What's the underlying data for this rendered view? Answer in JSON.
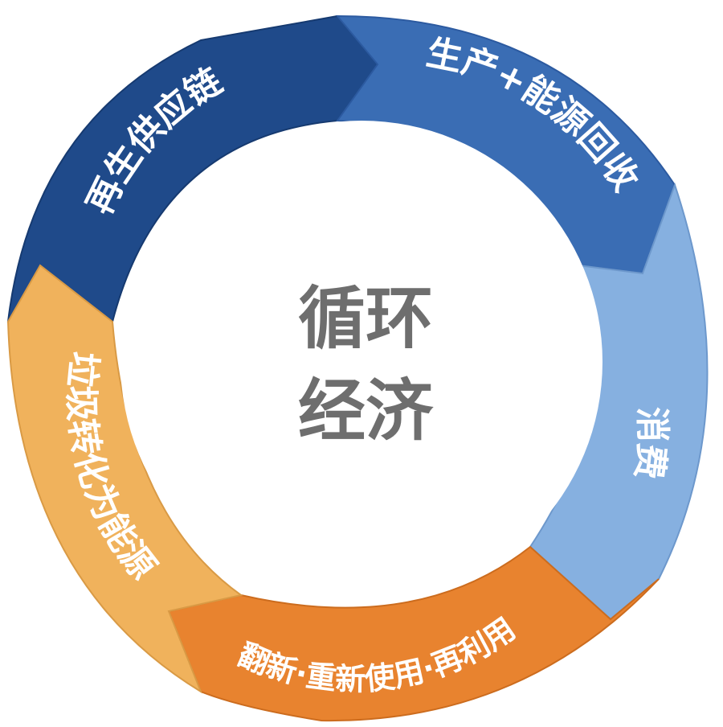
{
  "center": {
    "line1": "循环",
    "line2": "经济"
  },
  "segments": [
    {
      "id": "supply",
      "label": "再生供应链",
      "color": "#1f4a8a",
      "shade": "#163a70"
    },
    {
      "id": "produce",
      "label": "生产+能源回收",
      "color": "#3a6db4",
      "shade": "#2c5aa0"
    },
    {
      "id": "consume",
      "label": "消费",
      "color": "#86b0e0",
      "shade": "#6d98cc"
    },
    {
      "id": "refurb",
      "label": "翻新·重新使用·再利用",
      "color": "#e8832f",
      "shade": "#cc6c1e"
    },
    {
      "id": "waste",
      "label": "垃圾转化为能源",
      "color": "#f0b25c",
      "shade": "#d99a45"
    }
  ]
}
